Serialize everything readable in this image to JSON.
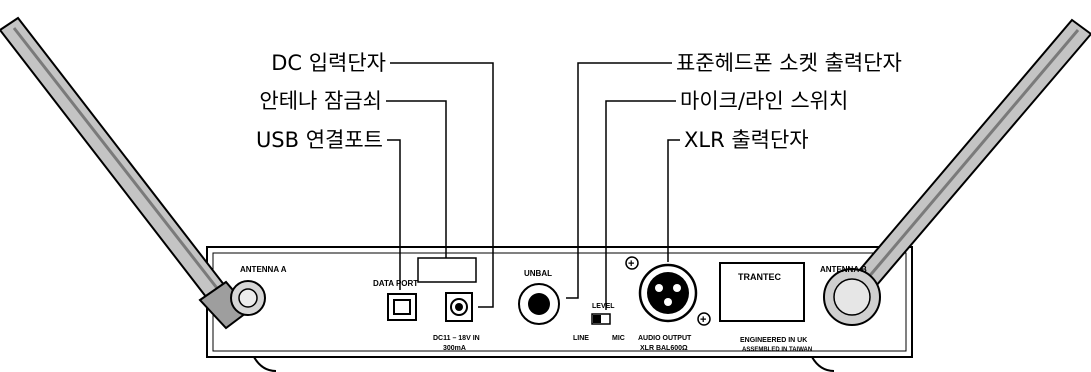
{
  "callouts": {
    "dc_input": "DC 입력단자",
    "antenna_lock": "안테나 잠금쇠",
    "usb_port": "USB 연결포트",
    "headphone_out": "표준헤드폰 소켓 출력단자",
    "mic_line_switch": "마이크/라인 스위치",
    "xlr_out": "XLR 출력단자"
  },
  "panel_labels": {
    "antenna_a": "ANTENNA A",
    "antenna_b": "ANTENNA B",
    "data_port": "DATA PORT",
    "dc_spec_1": "DC11 – 18V IN",
    "dc_spec_2": "300mA",
    "unbal": "UNBAL",
    "level": "LEVEL",
    "line": "LINE",
    "mic": "MIC",
    "audio_output": "AUDIO OUTPUT",
    "xlr_bal": "XLR BAL600Ω",
    "brand": "TRANTEC",
    "engineered": "ENGINEERED IN UK",
    "assembled": "ASSEMBLED IN TAIWAN",
    "plus": "+"
  },
  "colors": {
    "line": "#000000",
    "panel": "#ffffff",
    "antenna_fill": "#bdbdbd",
    "antenna_dark": "#6e6e6e"
  }
}
